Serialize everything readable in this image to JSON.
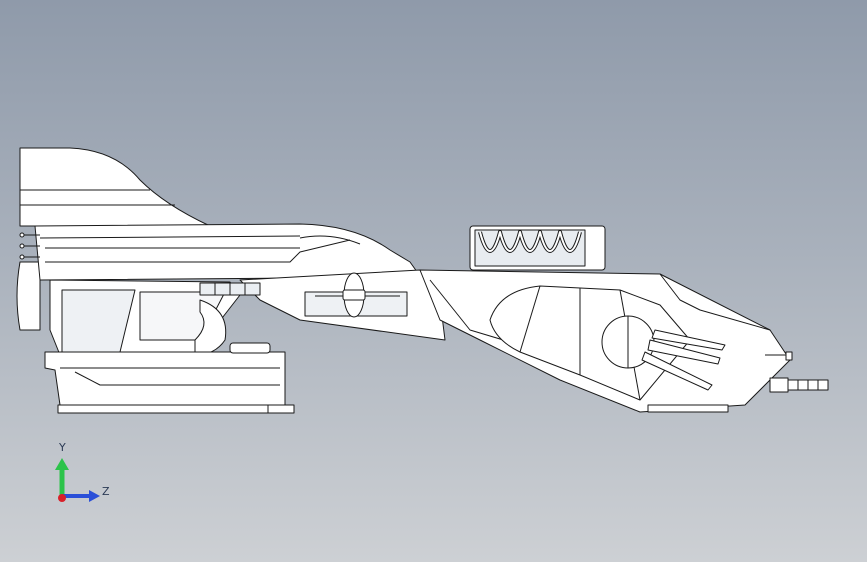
{
  "viewport": {
    "background_top": "#8f9aaa",
    "background_bottom": "#cdd0d4",
    "model": "mechanical-blaster-side-view"
  },
  "triad": {
    "y_label": "Y",
    "z_label": "Z",
    "y_color": "#2cc34a",
    "z_color": "#2a4fd8",
    "x_color": "#d8202a"
  }
}
